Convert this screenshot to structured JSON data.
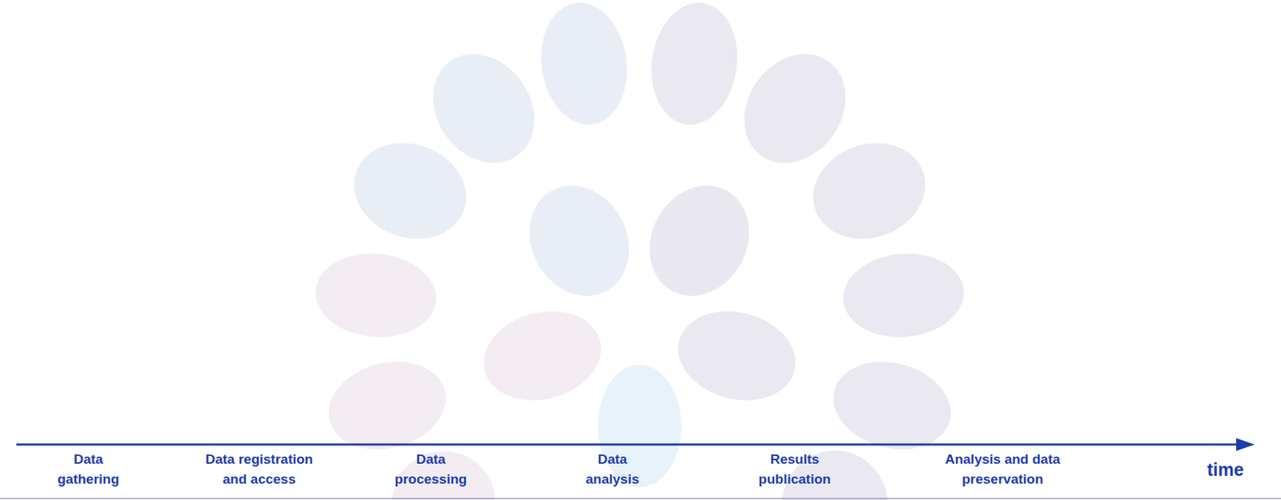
{
  "diagram": {
    "labels": [
      "Data gathering",
      "Data registration and access",
      "Data processing",
      "Data analysis",
      "Results publication",
      "Analysis and data preservation",
      "time"
    ]
  }
}
